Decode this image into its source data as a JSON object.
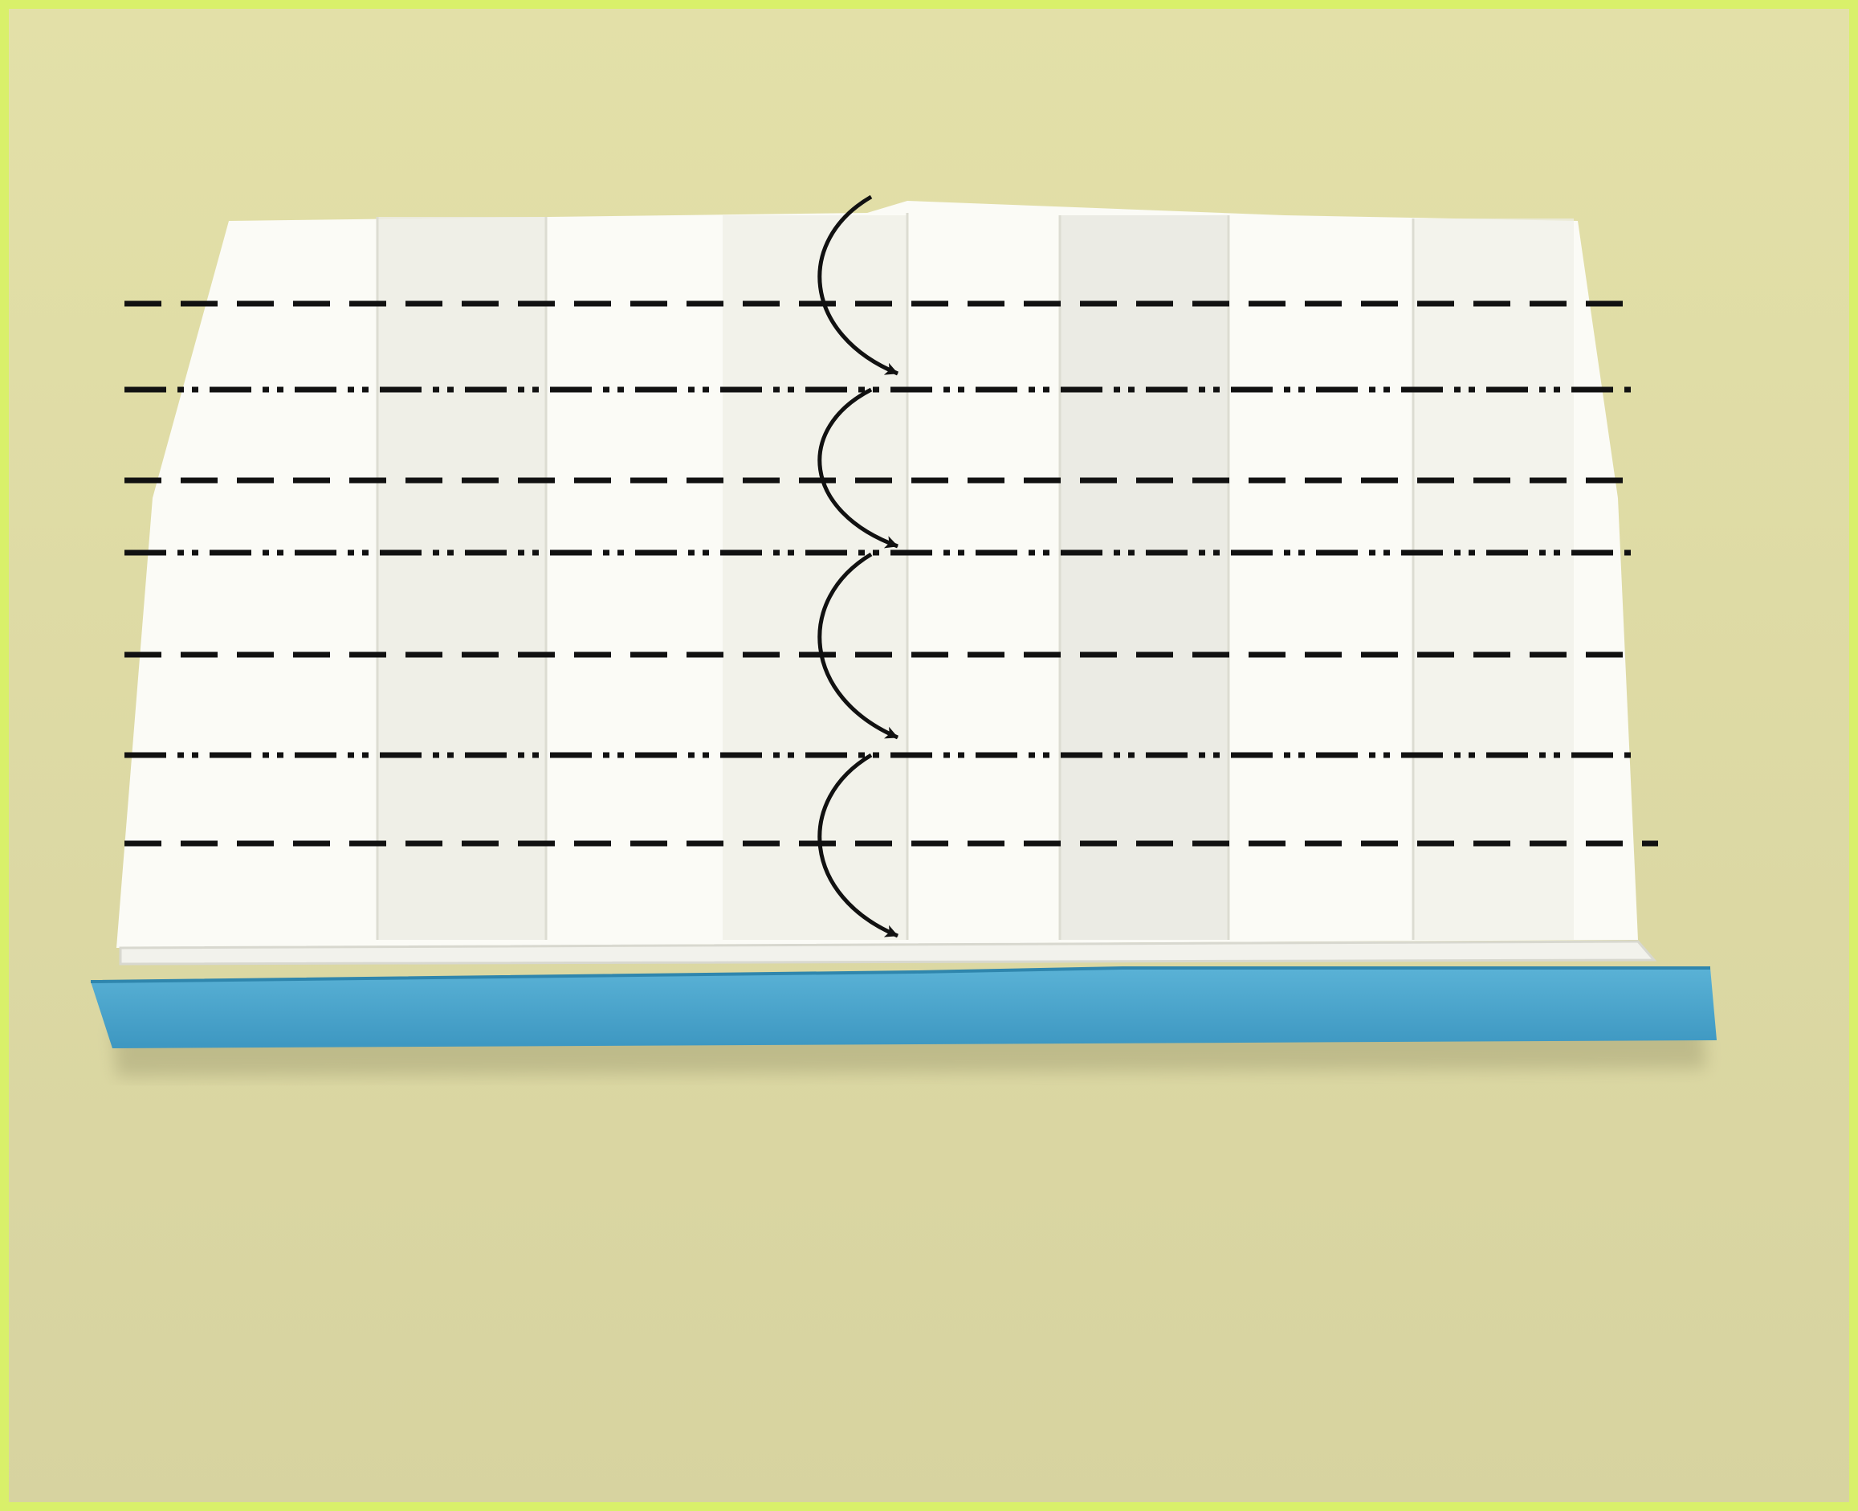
{
  "diagram": {
    "kind": "origami-fold-step",
    "fold_lines": [
      {
        "style": "valley",
        "label": ""
      },
      {
        "style": "mountain",
        "label": ""
      },
      {
        "style": "valley",
        "label": ""
      },
      {
        "style": "mountain",
        "label": ""
      },
      {
        "style": "valley",
        "label": ""
      },
      {
        "style": "mountain",
        "label": ""
      },
      {
        "style": "valley",
        "label": ""
      }
    ],
    "pleat_arrows": 4,
    "icons": {
      "valley": "dashed-line",
      "mountain": "dash-dot-dot-line",
      "arrow": "curved-fold-arrow"
    }
  },
  "colors": {
    "border": "#d9f06a",
    "background": "#dedb9e",
    "paper": "#fbfbf6",
    "paper_shade": "#e9e9e2",
    "band": "#4aa3c8",
    "band_dark": "#2f86ad",
    "line": "#111111"
  }
}
